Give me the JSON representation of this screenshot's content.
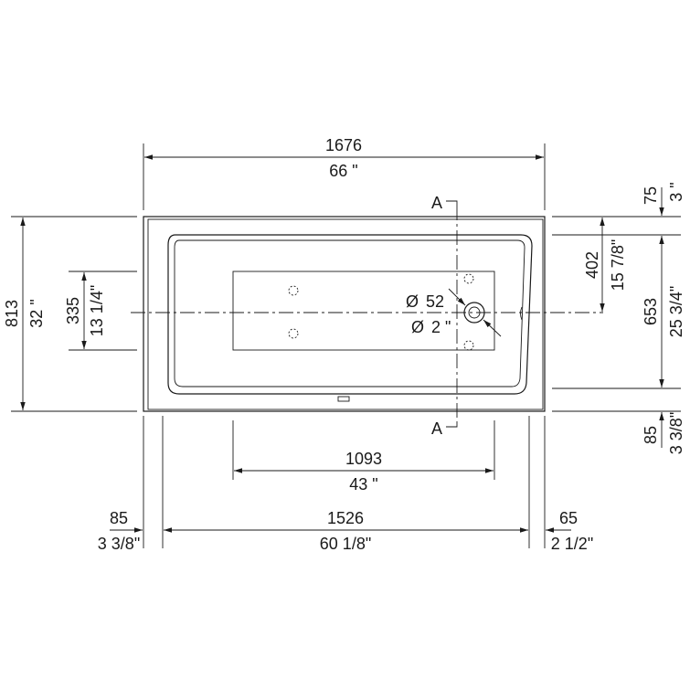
{
  "dimensions": {
    "overall_length": {
      "mm": "1676",
      "inch": "66 \""
    },
    "overall_width": {
      "mm": "813",
      "inch": "32 \""
    },
    "deck_top": {
      "mm": "75",
      "inch": "3 \""
    },
    "drain_offset": {
      "mm": "402",
      "inch": "15 7/8\""
    },
    "inner_width": {
      "mm": "653",
      "inch": "25 3/4\""
    },
    "deck_bottom": {
      "mm": "85",
      "inch": "3 3/8\""
    },
    "floor_width": {
      "mm": "335",
      "inch": "13 1/4\""
    },
    "floor_length": {
      "mm": "1093",
      "inch": "43 \""
    },
    "inner_length": {
      "mm": "1526",
      "inch": "60 1/8\""
    },
    "left_deck": {
      "mm": "85",
      "inch": "3 3/8\""
    },
    "right_deck": {
      "mm": "65",
      "inch": "2 1/2\""
    }
  },
  "drain": {
    "symbol": "Ø",
    "mm": "52",
    "inch": "2 \""
  },
  "section_label": "A"
}
